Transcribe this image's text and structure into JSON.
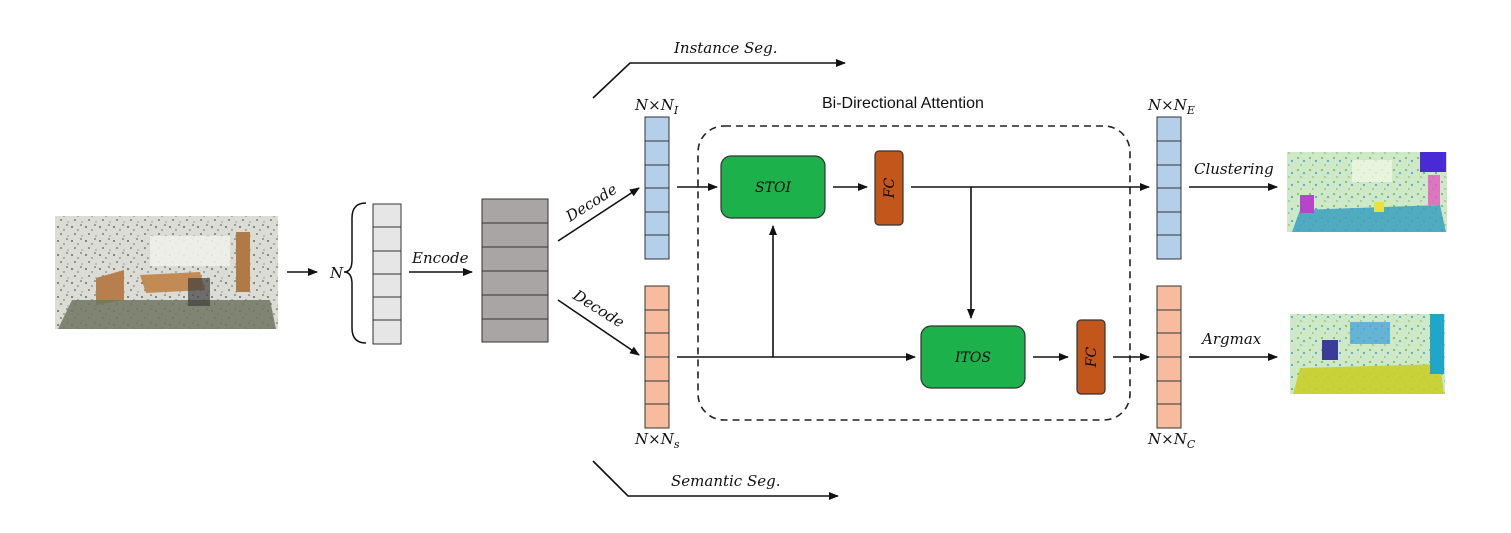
{
  "labels": {
    "n": "N",
    "encode": "Encode",
    "decode_top": "Decode",
    "decode_bottom": "Decode",
    "instance_seg": "Instance Seg.",
    "semantic_seg": "Semantic Seg.",
    "bi_attention": "Bi-Directional Attention",
    "clustering": "Clustering",
    "argmax": "Argmax",
    "dim_ni": "N×N",
    "dim_ni_sub": "I",
    "dim_ns": "N×N",
    "dim_ns_sub": "s",
    "dim_ne": "N×N",
    "dim_ne_sub": "E",
    "dim_nc": "N×N",
    "dim_nc_sub": "C"
  },
  "blocks": {
    "stoi": "STOI",
    "itos": "ITOS",
    "fc_top": "FC",
    "fc_bottom": "FC"
  },
  "colors": {
    "input_feature": "#e6e6e6",
    "encoded_feature": "#a9a5a5",
    "instance_feature": "#b4cfea",
    "semantic_feature": "#f6bc9d",
    "attention_block": "#1db14b",
    "fc_block": "#c3561a"
  }
}
